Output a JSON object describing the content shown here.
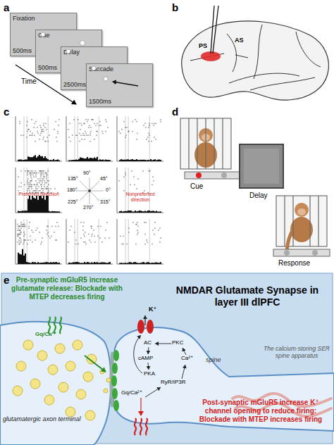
{
  "diagram": {
    "nodes": [
      {
        "text": [
          "Fixation",
          "500ms"
        ]
      },
      {
        "text": [
          "Cue",
          "500ms"
        ]
      },
      {
        "text": [
          "Delay",
          "2500ms"
        ]
      },
      {
        "text": [
          "Saccade",
          "1500ms"
        ]
      }
    ],
    "labels": [
      "a",
      "b",
      "c",
      "d",
      "e",
      "Time",
      "PS",
      "AS",
      "90°",
      "45°",
      "135°",
      "180°",
      "0°",
      "225°",
      "270°",
      "315°",
      "Preferred direction",
      "Nonpreferred direction",
      "Cue",
      "Delay",
      "Response",
      "Pre-synaptic mGluR5 increase glutamate release: Blockade with MTEP decreases firing",
      "NMDAR Glutamate Synapse in layer III dlPFC",
      "Gq/Ca²⁺",
      "glutamatergic axon terminal",
      "K⁺",
      "AC",
      "PKC",
      "cAMP",
      "Ca²⁺",
      "PKA",
      "RyR/IP3R",
      "Gq/Ca²⁺",
      "spine",
      "The calcium-storing SER spine apparatus",
      "Post-synaptic mGluR5 increase K⁺ channel opening to reduce firing: Blockade with MTEP increases firing"
    ]
  }
}
